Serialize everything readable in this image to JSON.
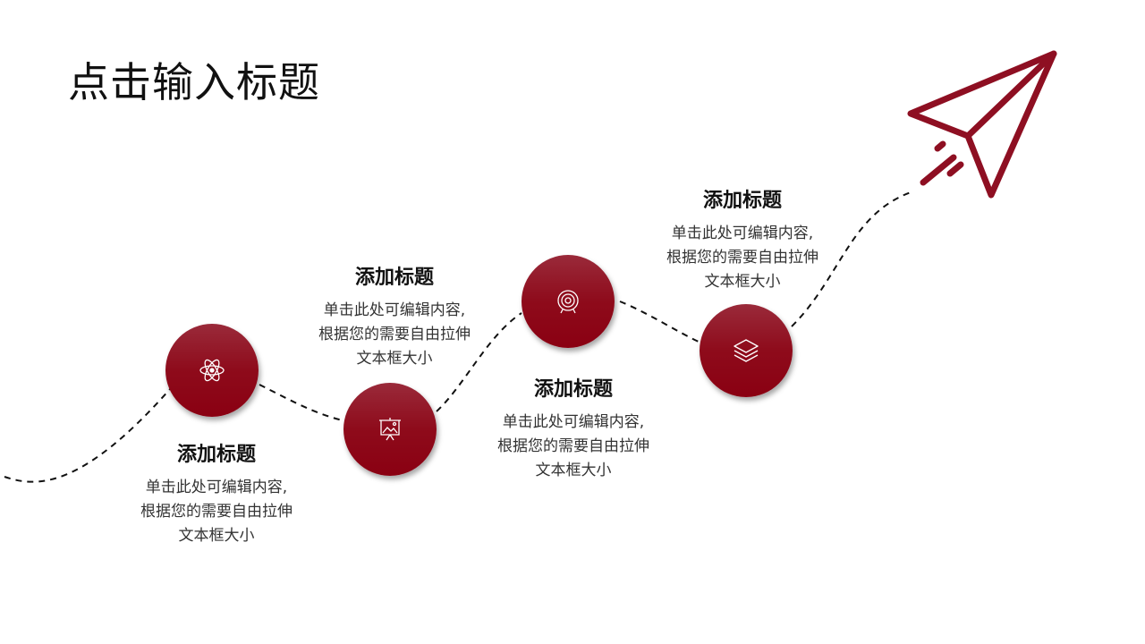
{
  "slide": {
    "title": "点击输入标题",
    "accent": "#8e0f22"
  },
  "steps": [
    {
      "title": "添加标题",
      "lines": [
        "单击此处可编辑内容,",
        "根据您的需要自由拉伸",
        "文本框大小"
      ],
      "icon": "atom-icon"
    },
    {
      "title": "添加标题",
      "lines": [
        "单击此处可编辑内容,",
        "根据您的需要自由拉伸",
        "文本框大小"
      ],
      "icon": "presentation-icon"
    },
    {
      "title": "添加标题",
      "lines": [
        "单击此处可编辑内容,",
        "根据您的需要自由拉伸",
        "文本框大小"
      ],
      "icon": "target-icon"
    },
    {
      "title": "添加标题",
      "lines": [
        "单击此处可编辑内容,",
        "根据您的需要自由拉伸",
        "文本框大小"
      ],
      "icon": "layers-icon"
    }
  ]
}
